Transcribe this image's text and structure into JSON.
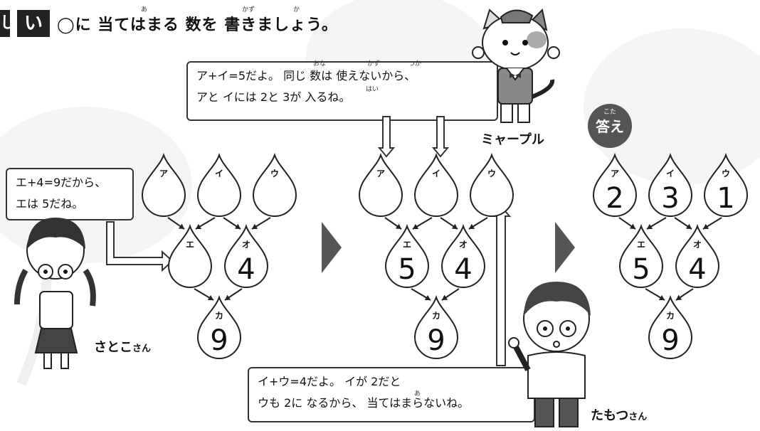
{
  "header": {
    "number_prev": "し",
    "number": "い",
    "question": "◯に 当てはまる 数を 書きましょう。"
  },
  "bubbles": {
    "myaple": {
      "line1": "ア+イ=5だよ。 同じ 数は 使えないから、",
      "line2": "アと イには 2と 3が 入るね。"
    },
    "satoko": {
      "line1": "エ+4=9だから、",
      "line2": "エは 5だね。"
    },
    "tamotsu": {
      "line1": "イ+ウ=4だよ。 イが 2だと",
      "line2": "ウも 2に なるから、 当てはまらないね。"
    }
  },
  "characters": {
    "myaple": "ミャープル",
    "satoko": "さとこ",
    "tamotsu": "たもつ",
    "honorific": "さん"
  },
  "answer_badge": "答え",
  "furigana": {
    "ate": "あ",
    "kazu": "かず",
    "ka": "か",
    "ona": "おな",
    "tsuka": "つか",
    "hai": "はい",
    "kota": "こた"
  },
  "labels": [
    "ア",
    "イ",
    "ウ",
    "エ",
    "オ",
    "カ"
  ],
  "diagrams": [
    {
      "a": "",
      "i": "",
      "u": "",
      "e": "",
      "o": "4",
      "ka": "9"
    },
    {
      "a": "",
      "i": "",
      "u": "",
      "e": "5",
      "o": "4",
      "ka": "9"
    },
    {
      "a": "2",
      "i": "3",
      "u": "1",
      "e": "5",
      "o": "4",
      "ka": "9"
    }
  ],
  "colors": {
    "arrow": "#555555",
    "ink": "#111111",
    "badge": "#555555"
  }
}
